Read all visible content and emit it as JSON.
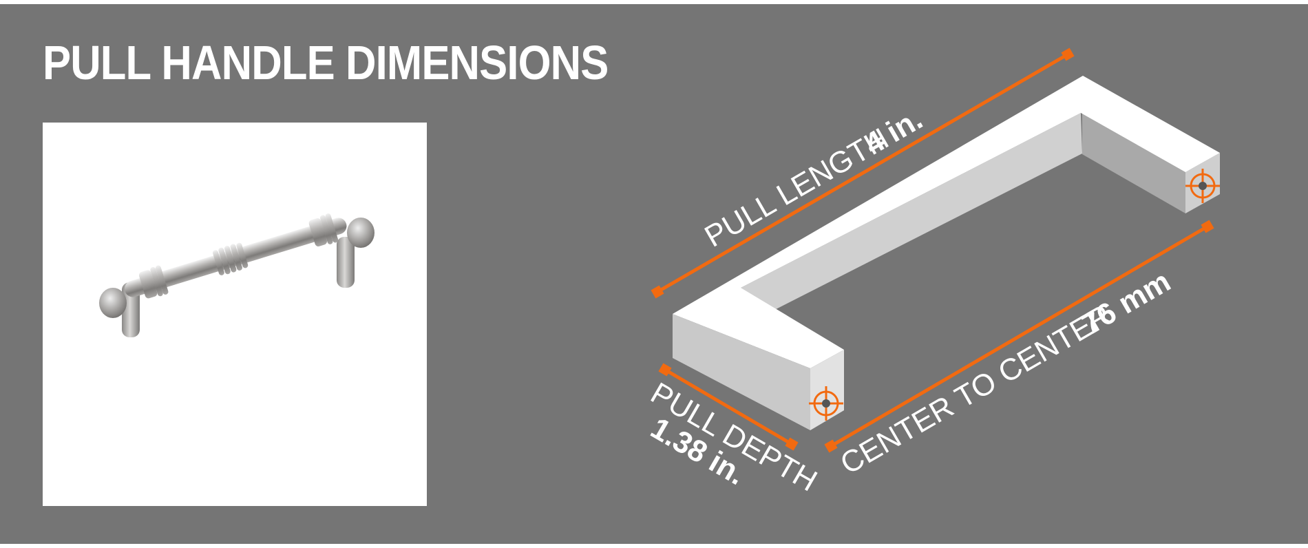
{
  "title": "PULL HANDLE DIMENSIONS",
  "product_photo": {
    "subject": "pull-handle-photo"
  },
  "dimensions": {
    "pull_length_label": "PULL LENGTH",
    "pull_length_value": "4 in.",
    "center_to_center_label": "CENTER TO CENTER",
    "center_to_center_value": "76 mm",
    "pull_depth_label": "PULL DEPTH",
    "pull_depth_value": "1.38 in."
  },
  "colors": {
    "background": "#757575",
    "accent": "#F26A10",
    "text": "#FFFFFF",
    "photo_background": "#FFFFFF"
  }
}
